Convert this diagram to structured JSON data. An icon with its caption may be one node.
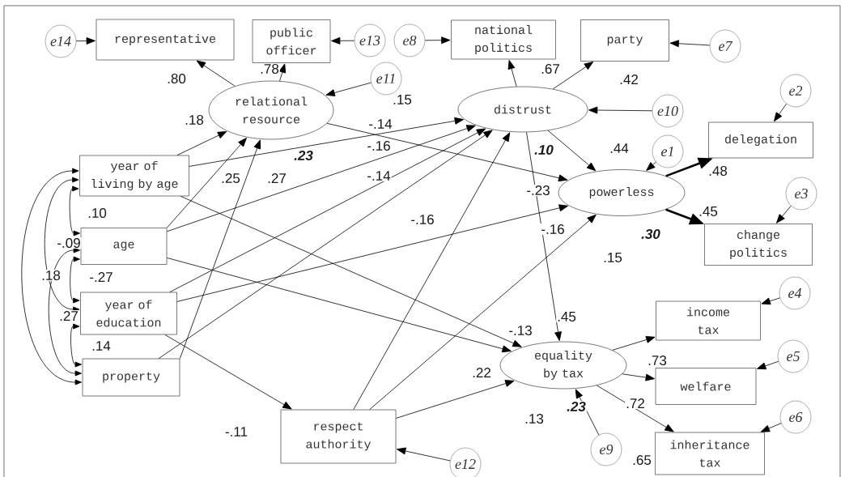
{
  "diagram": {
    "nodes": [
      {
        "text": [
          "e14"
        ]
      },
      {
        "text": [
          "representative"
        ]
      },
      {
        "text": [
          "public officer"
        ]
      },
      {
        "text": [
          "e13"
        ]
      },
      {
        "text": [
          "e8"
        ]
      },
      {
        "text": [
          "national politics"
        ]
      },
      {
        "text": [
          "party"
        ]
      },
      {
        "text": [
          "e7"
        ]
      },
      {
        "text": [
          "e11"
        ]
      },
      {
        "text": [
          "relational resource"
        ]
      },
      {
        "text": [
          "distrust"
        ]
      },
      {
        "text": [
          "e10"
        ]
      },
      {
        "text": [
          "e2"
        ]
      },
      {
        "text": [
          "e1"
        ]
      },
      {
        "text": [
          "delegation"
        ]
      },
      {
        "text": [
          "year of living by age"
        ]
      },
      {
        "text": [
          "powerless"
        ]
      },
      {
        "text": [
          "e3"
        ]
      },
      {
        "text": [
          "change politics"
        ]
      },
      {
        "text": [
          "age"
        ]
      },
      {
        "text": [
          "e4"
        ]
      },
      {
        "text": [
          "year of education"
        ]
      },
      {
        "text": [
          "income tax"
        ]
      },
      {
        "text": [
          "equality by tax"
        ]
      },
      {
        "text": [
          "e5"
        ]
      },
      {
        "text": [
          "property"
        ]
      },
      {
        "text": [
          "welfare"
        ]
      },
      {
        "text": [
          "e6"
        ]
      },
      {
        "text": [
          "respect authority"
        ]
      },
      {
        "text": [
          "e9"
        ]
      },
      {
        "text": [
          "inheritance tax"
        ]
      },
      {
        "text": [
          "e12"
        ]
      }
    ],
    "edges": [
      {
        "from": 0,
        "to": 1,
        "arrow": "to"
      },
      {
        "from": 3,
        "to": 2,
        "arrow": "to"
      },
      {
        "from": 4,
        "to": 5,
        "arrow": "to"
      },
      {
        "from": 7,
        "to": 6,
        "arrow": "to"
      },
      {
        "from": 8,
        "to": 9,
        "arrow": "to"
      },
      {
        "from": 9,
        "to": 1,
        "arrow": "to"
      },
      {
        "from": 9,
        "to": 2,
        "arrow": "to"
      },
      {
        "from": 10,
        "to": 5,
        "arrow": "to"
      },
      {
        "from": 10,
        "to": 6,
        "arrow": "to"
      },
      {
        "from": 11,
        "to": 10,
        "arrow": "to"
      },
      {
        "from": 12,
        "to": 14,
        "arrow": "to"
      },
      {
        "from": 13,
        "to": 16,
        "arrow": "to"
      },
      {
        "from": 16,
        "to": 14,
        "arrow": "to",
        "style": "thick"
      },
      {
        "from": 16,
        "to": 18,
        "arrow": "to",
        "style": "thick"
      },
      {
        "from": 17,
        "to": 18,
        "arrow": "to"
      },
      {
        "from": 15,
        "to": 9,
        "arrow": "to"
      },
      {
        "from": 15,
        "to": 10,
        "arrow": "to"
      },
      {
        "from": 15,
        "to": 23,
        "arrow": "to"
      },
      {
        "from": 19,
        "to": 9,
        "arrow": "to"
      },
      {
        "from": 19,
        "to": 10,
        "arrow": "to"
      },
      {
        "from": 19,
        "to": 23,
        "arrow": "to"
      },
      {
        "from": 25,
        "to": 9,
        "arrow": "to"
      },
      {
        "from": 25,
        "to": 10,
        "arrow": "to"
      },
      {
        "from": 21,
        "to": 10,
        "arrow": "to"
      },
      {
        "from": 21,
        "to": 16,
        "arrow": "to"
      },
      {
        "from": 21,
        "to": 28,
        "arrow": "to"
      },
      {
        "from": 9,
        "to": 16,
        "arrow": "to"
      },
      {
        "from": 10,
        "to": 16,
        "arrow": "to"
      },
      {
        "from": 10,
        "to": 23,
        "arrow": "to"
      },
      {
        "from": 28,
        "to": 10,
        "arrow": "to"
      },
      {
        "from": 28,
        "to": 16,
        "arrow": "to"
      },
      {
        "from": 28,
        "to": 23,
        "arrow": "to"
      },
      {
        "from": 20,
        "to": 22,
        "arrow": "to"
      },
      {
        "from": 24,
        "to": 26,
        "arrow": "to"
      },
      {
        "from": 27,
        "to": 30,
        "arrow": "to"
      },
      {
        "from": 29,
        "to": 23,
        "arrow": "to"
      },
      {
        "from": 31,
        "to": 28,
        "arrow": "to"
      },
      {
        "from": 23,
        "to": 22,
        "arrow": "to"
      },
      {
        "from": 23,
        "to": 26,
        "arrow": "to"
      },
      {
        "from": 23,
        "to": 30,
        "arrow": "to"
      },
      {
        "from": 15,
        "to": 19,
        "arrow": "both"
      },
      {
        "from": 19,
        "to": 21,
        "arrow": "both"
      },
      {
        "from": 21,
        "to": 25,
        "arrow": "both"
      },
      {
        "from": 15,
        "to": 21,
        "arrow": "both"
      },
      {
        "from": 19,
        "to": 25,
        "arrow": "both"
      },
      {
        "from": 15,
        "to": 25,
        "arrow": "both"
      }
    ],
    "labels": [
      ".80",
      ".78",
      ".18",
      ".15",
      "-.14",
      ".23",
      "-.16",
      ".25",
      ".27",
      "-.14",
      ".67",
      ".42",
      ".10",
      ".44",
      "-.23",
      ".48",
      ".45",
      "-.16",
      "-.16",
      ".30",
      ".15",
      ".10",
      "-.09",
      ".18",
      "-.27",
      ".27",
      ".14",
      "-.13",
      ".45",
      ".22",
      ".13",
      ".23",
      ".73",
      ".72",
      ".65",
      "-.11"
    ]
  }
}
